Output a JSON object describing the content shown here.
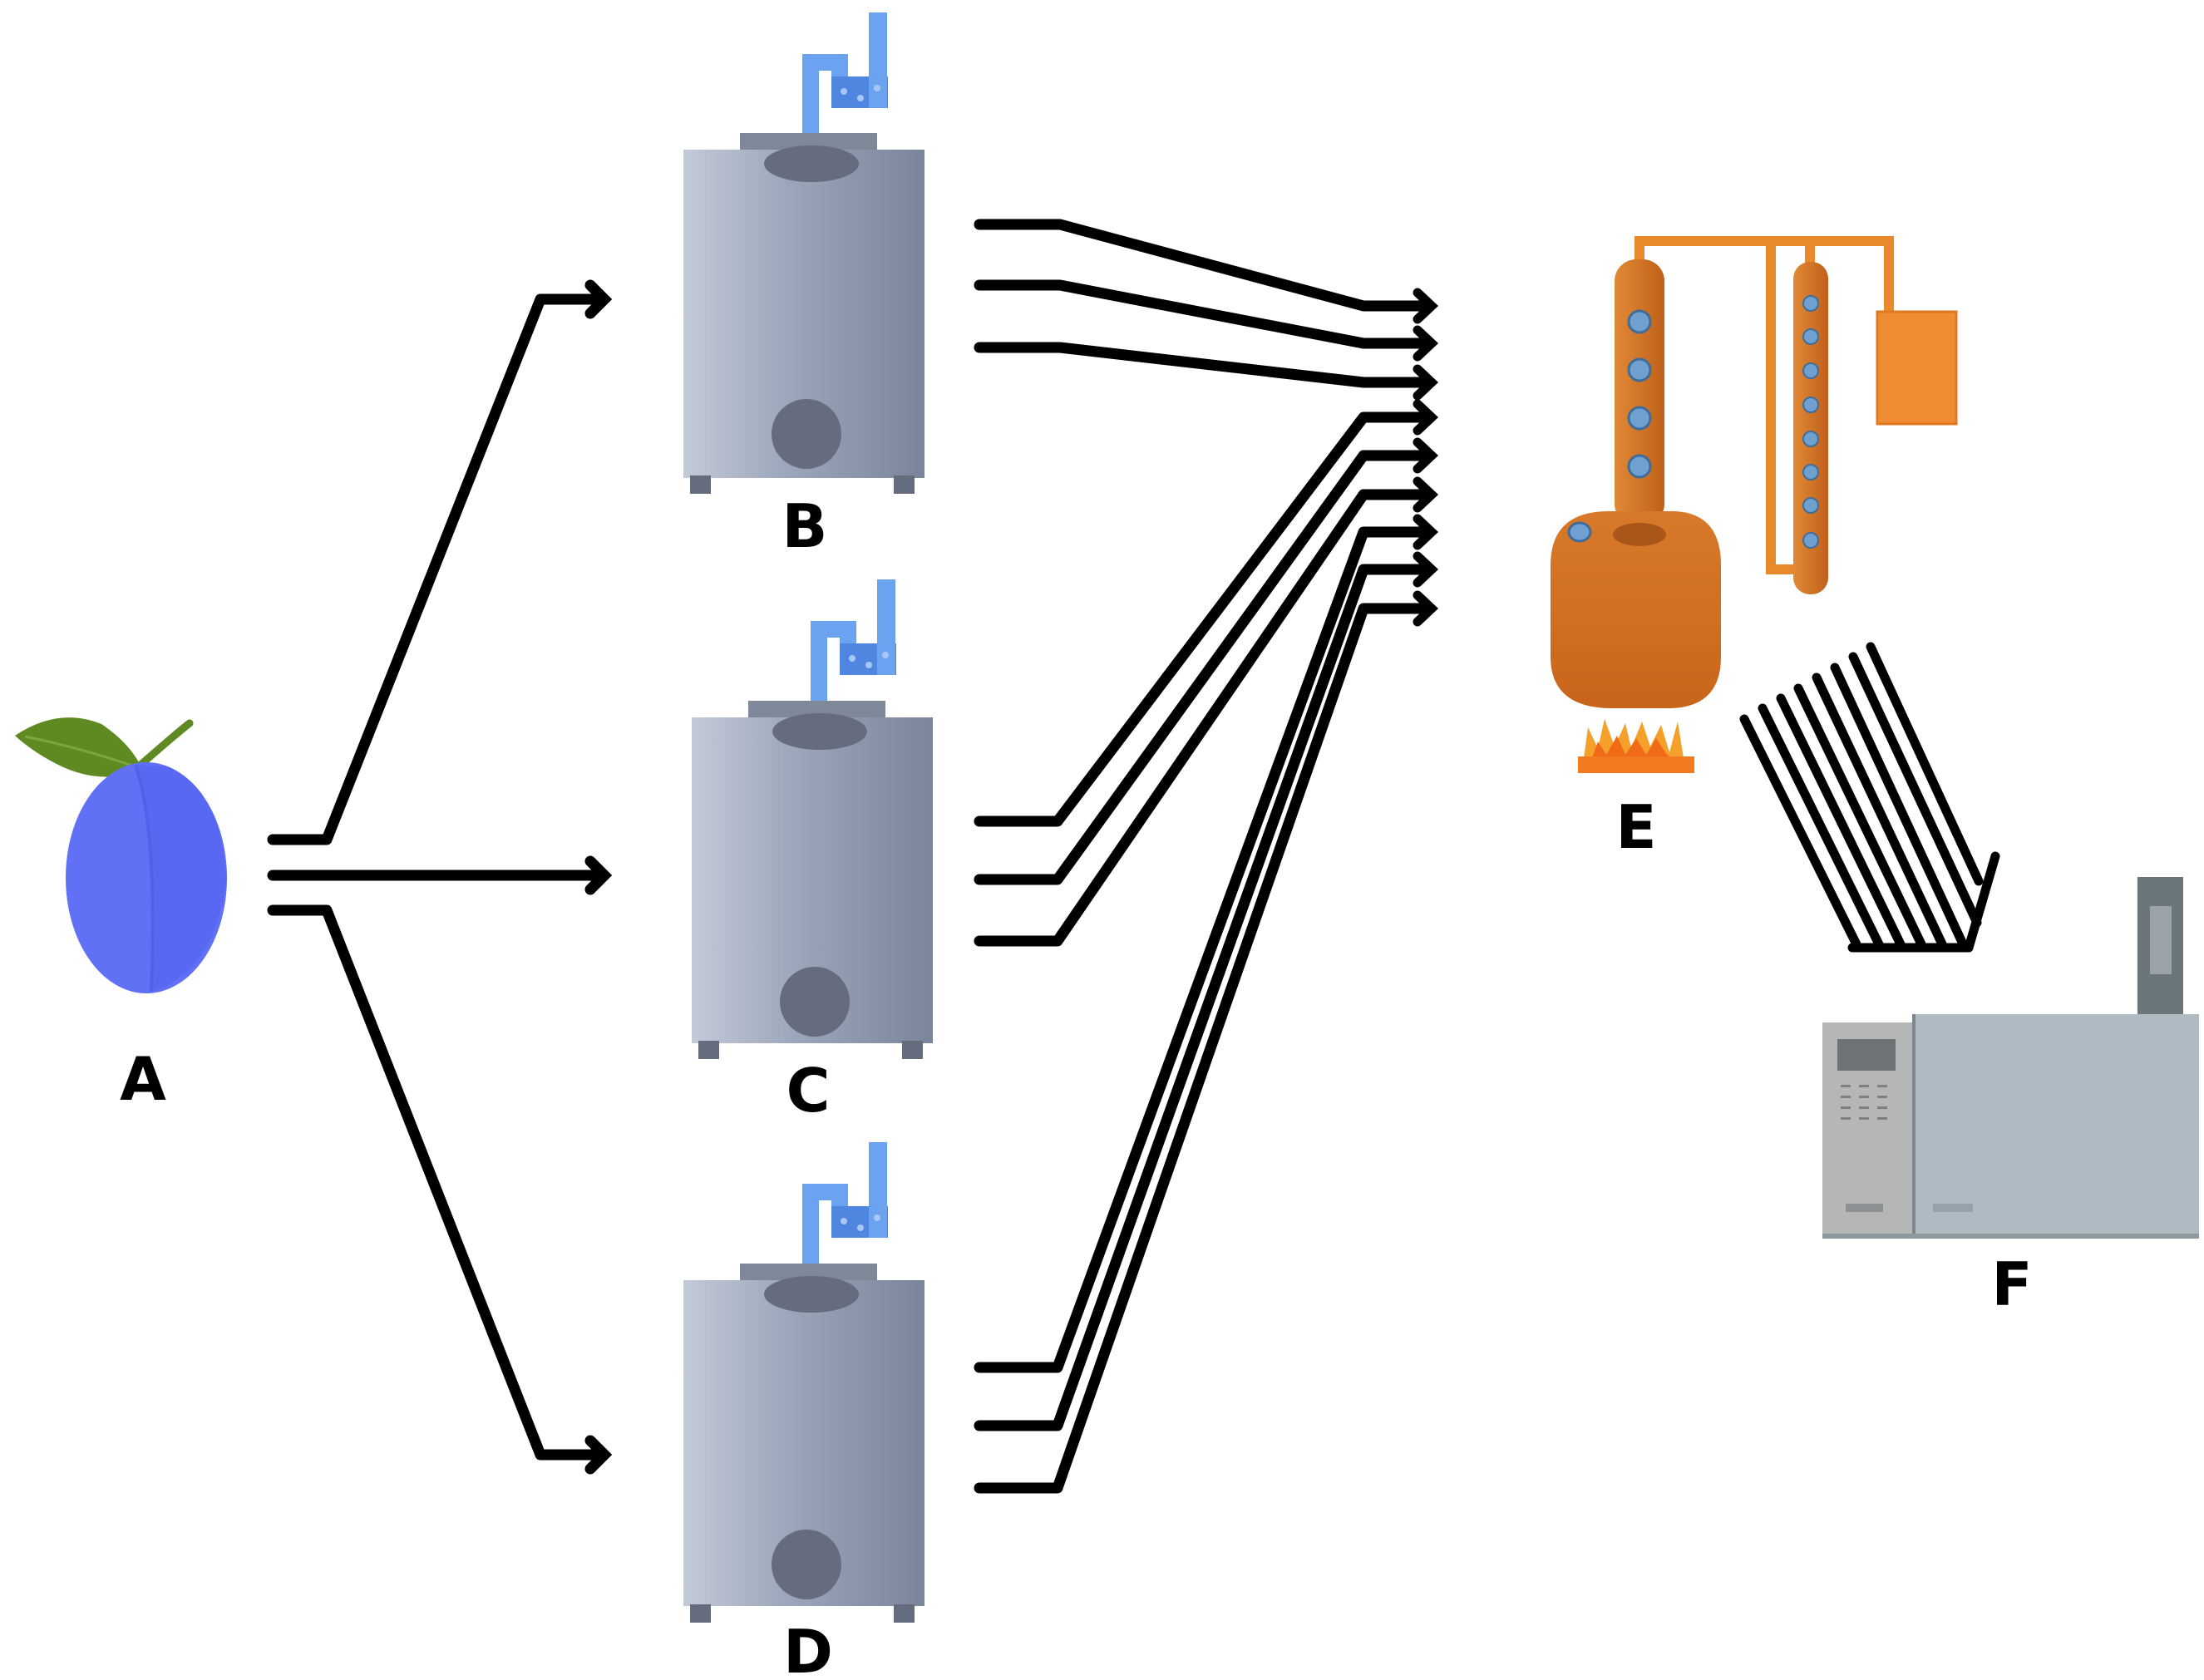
{
  "labels": {
    "plum": "A",
    "tank_top": "B",
    "tank_middle": "C",
    "tank_bottom": "D",
    "still": "E",
    "analyzer": "F"
  },
  "icons": {
    "plum": "plum-icon",
    "fermentation_tank": "fermentation-tank-icon",
    "airlock": "airlock-icon",
    "still": "copper-still-icon",
    "analyzer": "gas-chromatograph-icon"
  },
  "colors": {
    "arrow": "#000000",
    "plum": "#6171f5",
    "leaf": "#5f8a22",
    "tank": "#9aa5ba",
    "airlock": "#5b95ea",
    "copper": "#d2721f",
    "flame": "#f47a20",
    "analyzer": "#aebbc2"
  }
}
